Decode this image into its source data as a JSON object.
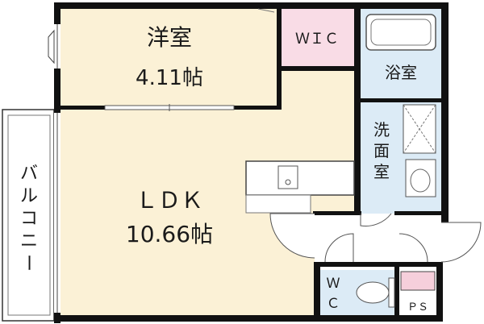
{
  "rooms": {
    "western_room": {
      "name": "洋室",
      "size": "4.11帖"
    },
    "wic": {
      "name": "ＷＩＣ"
    },
    "bathroom": {
      "name": "浴室"
    },
    "washroom": {
      "name_line1": "洗",
      "name_line2": "面",
      "name_line3": "室"
    },
    "ldk": {
      "name": "ＬＤＫ",
      "size": "10.66帖"
    },
    "balcony": {
      "name_chars": [
        "バ",
        "ル",
        "コ",
        "ニ",
        "ー"
      ]
    },
    "wc": {
      "line1": "Ｗ",
      "line2": "Ｃ"
    },
    "ps": {
      "name": "ＰＳ"
    }
  },
  "colors": {
    "room_fill": "#fbf1d6",
    "wet_fill": "#dcebf6",
    "wic_fill": "#f9dce6",
    "ps_fill": "#f6cfdb",
    "wall": "#111111"
  }
}
